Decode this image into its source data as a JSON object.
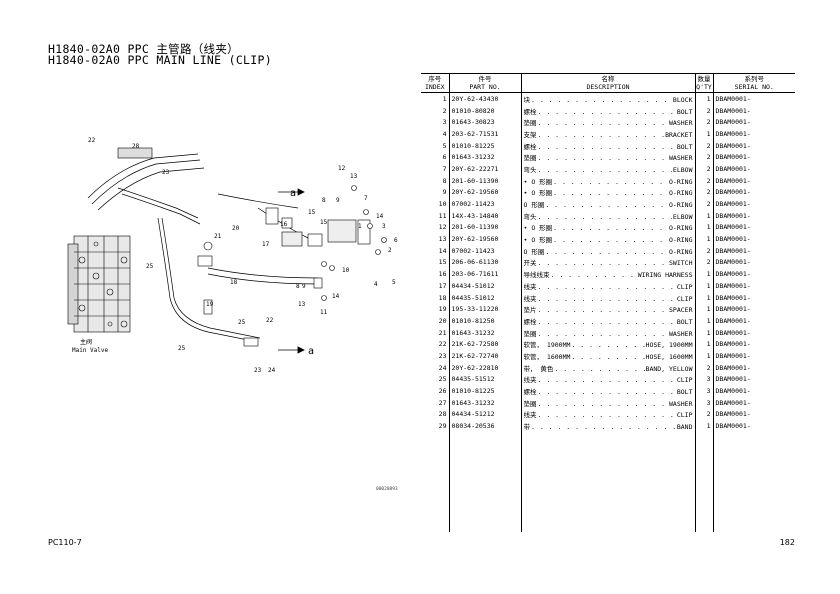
{
  "title_zh": "H1840-02A0 PPC 主管路（线夹）",
  "title_en": "H1840-02A0 PPC MAIN LINE (CLIP)",
  "table": {
    "headers": {
      "index_zh": "序号",
      "index_en": "INDEX",
      "part_zh": "件号",
      "part_en": "PART NO.",
      "desc_zh": "名称",
      "desc_en": "DESCRIPTION",
      "qty_zh": "数量",
      "qty_en": "Q'TY",
      "serial_zh": "系列号",
      "serial_en": "SERIAL NO."
    },
    "rows": [
      {
        "index": "1",
        "part": "20Y-62-43430",
        "zh": "块",
        "en": "BLOCK",
        "qty": "1",
        "serial": "DBAM0001-"
      },
      {
        "index": "2",
        "part": "01010-80820",
        "zh": "螺栓",
        "en": "BOLT",
        "qty": "2",
        "serial": "DBAM0001-"
      },
      {
        "index": "3",
        "part": "01643-30823",
        "zh": "垫圈",
        "en": "WASHER",
        "qty": "2",
        "serial": "DBAM0001-"
      },
      {
        "index": "4",
        "part": "203-62-71531",
        "zh": "支架",
        "en": "BRACKET",
        "qty": "1",
        "serial": "DBAM0001-"
      },
      {
        "index": "5",
        "part": "01010-81225",
        "zh": "螺栓",
        "en": "BOLT",
        "qty": "2",
        "serial": "DBAM0001-"
      },
      {
        "index": "6",
        "part": "01643-31232",
        "zh": "垫圈",
        "en": "WASHER",
        "qty": "2",
        "serial": "DBAM0001-"
      },
      {
        "index": "7",
        "part": "20Y-62-22271",
        "zh": "弯头",
        "en": "ELBOW",
        "qty": "2",
        "serial": "DBAM0001-"
      },
      {
        "index": "8",
        "part": "201-60-11390",
        "zh": "• O 形圈",
        "en": "O-RING",
        "qty": "2",
        "serial": "DBAM0001-"
      },
      {
        "index": "9",
        "part": "20Y-62-19560",
        "zh": "• O 形圈",
        "en": "O-RING",
        "qty": "2",
        "serial": "DBAM0001-"
      },
      {
        "index": "10",
        "part": "07002-11423",
        "zh": "O 形圈",
        "en": "O-RING",
        "qty": "2",
        "serial": "DBAM0001-"
      },
      {
        "index": "11",
        "part": "14X-43-14840",
        "zh": "弯头",
        "en": "ELBOW",
        "qty": "1",
        "serial": "DBAM0001-"
      },
      {
        "index": "12",
        "part": "201-60-11390",
        "zh": "• O 形圈",
        "en": "O-RING",
        "qty": "1",
        "serial": "DBAM0001-"
      },
      {
        "index": "13",
        "part": "20Y-62-19560",
        "zh": "• O 形圈",
        "en": "O-RING",
        "qty": "1",
        "serial": "DBAM0001-"
      },
      {
        "index": "14",
        "part": "07002-11423",
        "zh": "O 形圈",
        "en": "O-RING",
        "qty": "2",
        "serial": "DBAM0001-"
      },
      {
        "index": "15",
        "part": "206-06-61130",
        "zh": "开关",
        "en": "SWITCH",
        "qty": "2",
        "serial": "DBAM0001-"
      },
      {
        "index": "16",
        "part": "203-06-71611",
        "zh": "导线线束",
        "en": "WIRING HARNESS",
        "qty": "1",
        "serial": "DBAM0001-"
      },
      {
        "index": "17",
        "part": "04434-51012",
        "zh": "线夹",
        "en": "CLIP",
        "qty": "1",
        "serial": "DBAM0001-"
      },
      {
        "index": "18",
        "part": "04435-51012",
        "zh": "线夹",
        "en": "CLIP",
        "qty": "1",
        "serial": "DBAM0001-"
      },
      {
        "index": "19",
        "part": "195-33-11220",
        "zh": "垫片",
        "en": "SPACER",
        "qty": "1",
        "serial": "DBAM0001-"
      },
      {
        "index": "20",
        "part": "01010-81250",
        "zh": "螺栓",
        "en": "BOLT",
        "qty": "1",
        "serial": "DBAM0001-"
      },
      {
        "index": "21",
        "part": "01643-31232",
        "zh": "垫圈",
        "en": "WASHER",
        "qty": "1",
        "serial": "DBAM0001-"
      },
      {
        "index": "22",
        "part": "21K-62-72580",
        "zh": "软管， 1900MM",
        "en": "HOSE, 1900MM",
        "qty": "1",
        "serial": "DBAM0001-"
      },
      {
        "index": "23",
        "part": "21K-62-72740",
        "zh": "软管， 1600MM",
        "en": "HOSE, 1600MM",
        "qty": "1",
        "serial": "DBAM0001-"
      },
      {
        "index": "24",
        "part": "20Y-62-22810",
        "zh": "带， 黄色",
        "en": "BAND, YELLOW",
        "qty": "2",
        "serial": "DBAM0001-"
      },
      {
        "index": "25",
        "part": "04435-51512",
        "zh": "线夹",
        "en": "CLIP",
        "qty": "3",
        "serial": "DBAM0001-"
      },
      {
        "index": "26",
        "part": "01010-81225",
        "zh": "螺栓",
        "en": "BOLT",
        "qty": "3",
        "serial": "DBAM0001-"
      },
      {
        "index": "27",
        "part": "01643-31232",
        "zh": "垫圈",
        "en": "WASHER",
        "qty": "3",
        "serial": "DBAM0001-"
      },
      {
        "index": "28",
        "part": "04434-51212",
        "zh": "线夹",
        "en": "CLIP",
        "qty": "2",
        "serial": "DBAM0001-"
      },
      {
        "index": "29",
        "part": "08034-20536",
        "zh": "带",
        "en": "BAND",
        "qty": "1",
        "serial": "DBAM0001-"
      }
    ]
  },
  "diagram": {
    "main_valve_zh": "主阀",
    "main_valve_en": "Main Valve",
    "ref_code": "00020893",
    "labels": {
      "l1": "1",
      "l2": "2",
      "l3": "3",
      "l4": "4",
      "l5": "5",
      "l6": "6",
      "l7": "7",
      "l8": "8",
      "l8b": "8",
      "l9": "9",
      "l9b": "9",
      "l10": "10",
      "l11": "11",
      "l12": "12",
      "l13": "13",
      "l13b": "13",
      "l14": "14",
      "l14b": "14",
      "l15": "15",
      "l15b": "15",
      "l16": "16",
      "l17": "17",
      "l18": "18",
      "l19": "19",
      "l20": "20",
      "l21": "21",
      "l22": "22",
      "l22b": "22",
      "l23": "23",
      "l23b": "23",
      "l24": "24",
      "l25": "25",
      "l25b": "25",
      "l25c": "25",
      "l28": "28",
      "la1": "a",
      "la2": "a"
    }
  },
  "footer": {
    "model": "PC110-7",
    "page": "182"
  }
}
